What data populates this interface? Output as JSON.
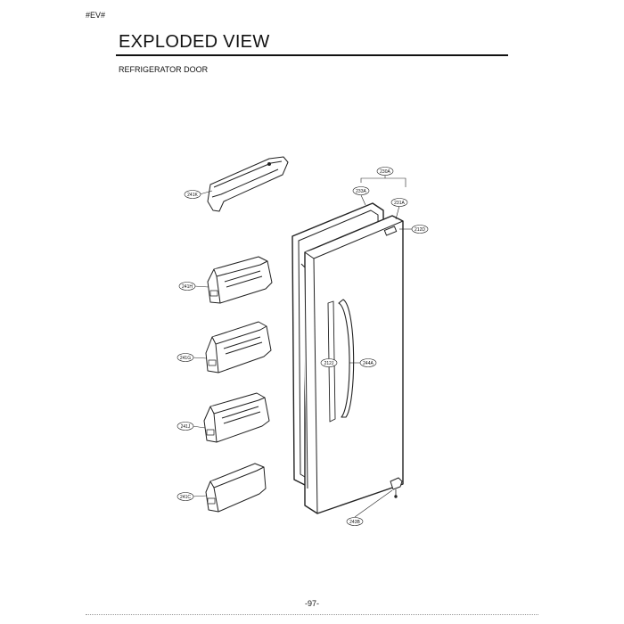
{
  "header": {
    "code": "#EV#"
  },
  "title": "EXPLODED VIEW",
  "subtitle": "REFRIGERATOR DOOR",
  "page_number": "-97-",
  "callouts": {
    "handle_cover": "241K",
    "basket_1": "241H",
    "basket_2": "241G",
    "basket_3": "241J",
    "basket_4": "241C",
    "door_assy": "230A",
    "gasket": "233A",
    "door_foam": "231A",
    "door_cap": "212D",
    "handle_bar": "212J",
    "handle_main": "244A",
    "hinge_bottom": "243B"
  }
}
